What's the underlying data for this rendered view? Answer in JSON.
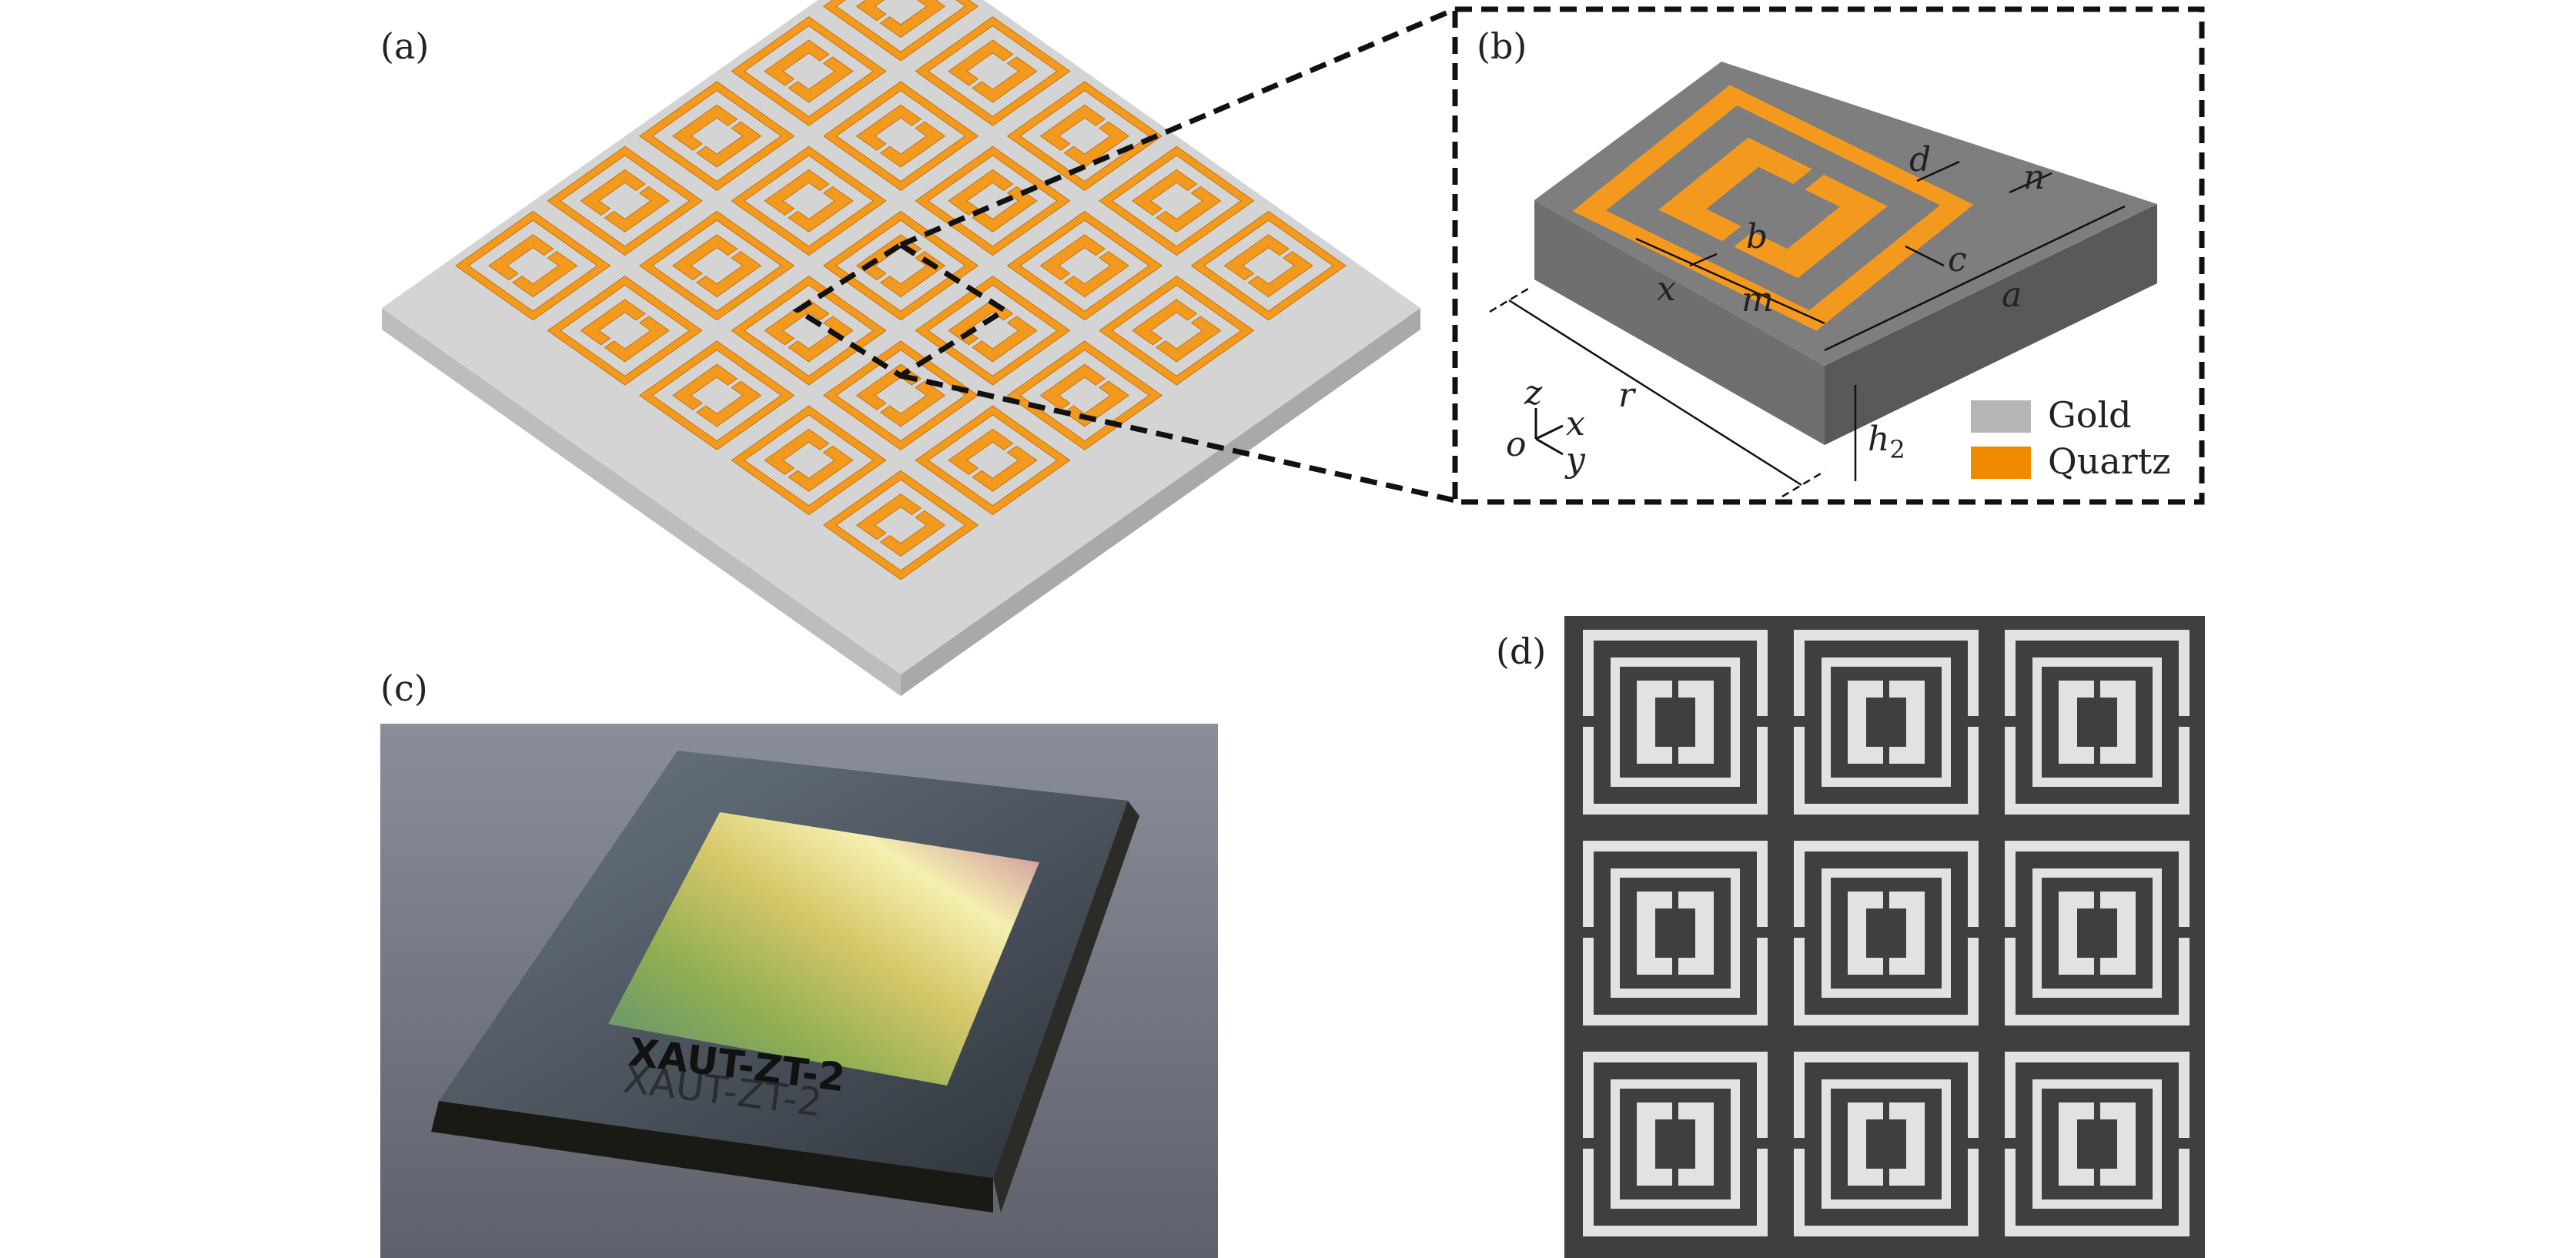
{
  "panels": {
    "a": {
      "label": "(a)"
    },
    "b": {
      "label": "(b)",
      "dimension_labels": [
        "d",
        "n",
        "b",
        "c",
        "x",
        "m",
        "a",
        "r",
        "z",
        "x",
        "o",
        "y"
      ],
      "h2": {
        "base": "h",
        "sub": "2"
      },
      "legend": [
        {
          "name": "Gold",
          "color": "#b5b5b5"
        },
        {
          "name": "Quartz",
          "color": "#f08a00"
        }
      ]
    },
    "c": {
      "label": "(c)",
      "engraving": [
        "XAUT-ZT-2",
        "XAUT-ZT-2"
      ]
    },
    "d": {
      "label": "(d)"
    }
  },
  "colors": {
    "quartz": "#f39a1e",
    "substrate": "#d4d4d4",
    "cell_top": "#7a7a7a",
    "micrograph_bg": "#3f3f3f",
    "micrograph_metal": "#e2e2e2"
  }
}
